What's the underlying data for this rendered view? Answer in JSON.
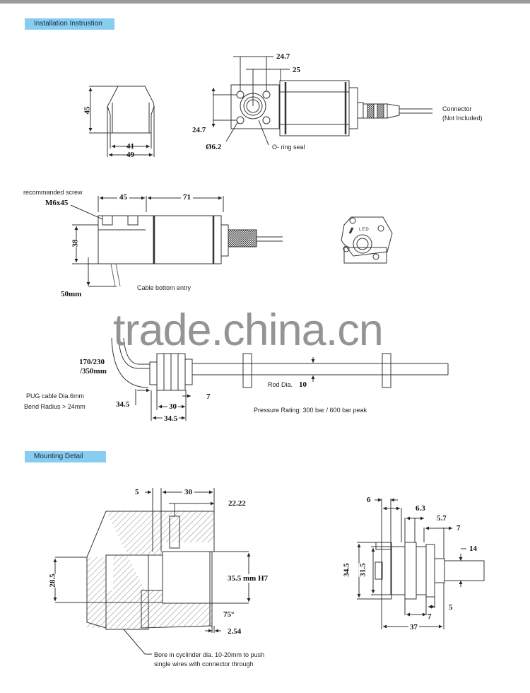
{
  "sections": {
    "installation": {
      "label": "Installation Instrustion"
    },
    "mounting": {
      "label": "Mounting Detail"
    }
  },
  "watermark": {
    "text": "trade.china.cn"
  },
  "front_view": {
    "height": "45",
    "inner_width": "41",
    "outer_width": "49"
  },
  "flange_view": {
    "hole_spacing_h": "24.7",
    "center_offset": "25",
    "hole_spacing_v": "24.7",
    "hole_dia": "Ø6.2",
    "oring_label": "O- ring seal",
    "connector_label_1": "Connector",
    "connector_label_2": "(Not Included)"
  },
  "side_view": {
    "screw_label": "recommanded screw",
    "screw_size": "M6x45",
    "len_flange": "45",
    "len_body": "71",
    "height": "38",
    "cable_len": "50mm",
    "cable_label": "Cable bottom entry"
  },
  "end_view": {
    "led_label": "LED"
  },
  "rod_view": {
    "cable_len_1": "170/230",
    "cable_len_2": "/350mm",
    "cable_note_1": "PUG cable Dia.6mm",
    "cable_note_2": "Bend Radius > 24mm",
    "dim_34_5_left": "34.5",
    "dim_30": "30",
    "dim_34_5_bottom": "34.5",
    "dim_7": "7",
    "rod_dia_label": "Rod Dia.",
    "rod_dia_value": "10",
    "pressure_rating": "Pressure Rating: 300 bar / 600 bar peak"
  },
  "mounting_section": {
    "dim_5": "5",
    "dim_30": "30",
    "dim_22_22": "22.22",
    "dim_28_5": "28.5",
    "dim_35_5": "35.5 mm H7",
    "angle_75": "75°",
    "dim_2_54": "2.54",
    "bore_note_1": "Bore in cyclinder dia. 10-20mm to push",
    "bore_note_2": "single wires with connector through"
  },
  "mounting_profile": {
    "dim_6": "6",
    "dim_6_3": "6.3",
    "dim_5_7": "5.7",
    "dim_7_top": "7",
    "dim_14": "14",
    "dim_34_5": "34.5",
    "dim_31_5": "31.5",
    "dim_5": "5",
    "dim_7_bottom": "7",
    "dim_37": "37"
  }
}
